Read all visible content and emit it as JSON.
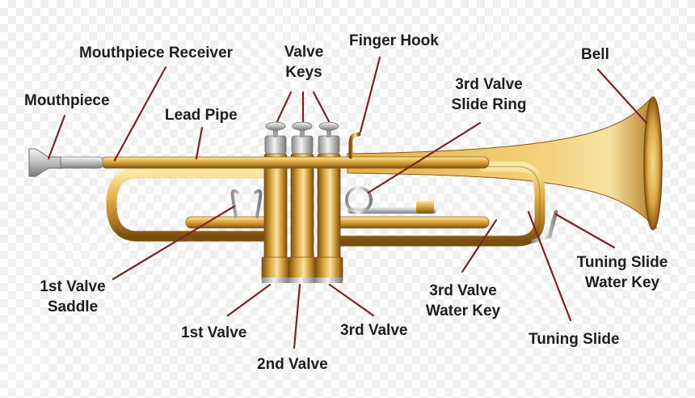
{
  "colors": {
    "brass_light": "#f8d67a",
    "brass_mid": "#d9a53c",
    "brass_dark": "#8a5a14",
    "silver": "#c8c8c8",
    "leader": "#7a2226",
    "label_text": "#1e1e1e"
  },
  "labels": {
    "mouthpiece": "Mouthpiece",
    "mouthpiece_receiver": "Mouthpiece Receiver",
    "lead_pipe": "Lead Pipe",
    "valve_keys": [
      "Valve",
      "Keys"
    ],
    "finger_hook": "Finger Hook",
    "third_valve_slide_ring": [
      "3rd Valve",
      "Slide Ring"
    ],
    "bell": "Bell",
    "first_valve_saddle": [
      "1st Valve",
      "Saddle"
    ],
    "first_valve": "1st Valve",
    "second_valve": "2nd Valve",
    "third_valve": "3rd Valve",
    "third_valve_water_key": [
      "3rd Valve",
      "Water Key"
    ],
    "tuning_slide_water_key": [
      "Tuning Slide",
      "Water Key"
    ],
    "tuning_slide": "Tuning Slide"
  }
}
